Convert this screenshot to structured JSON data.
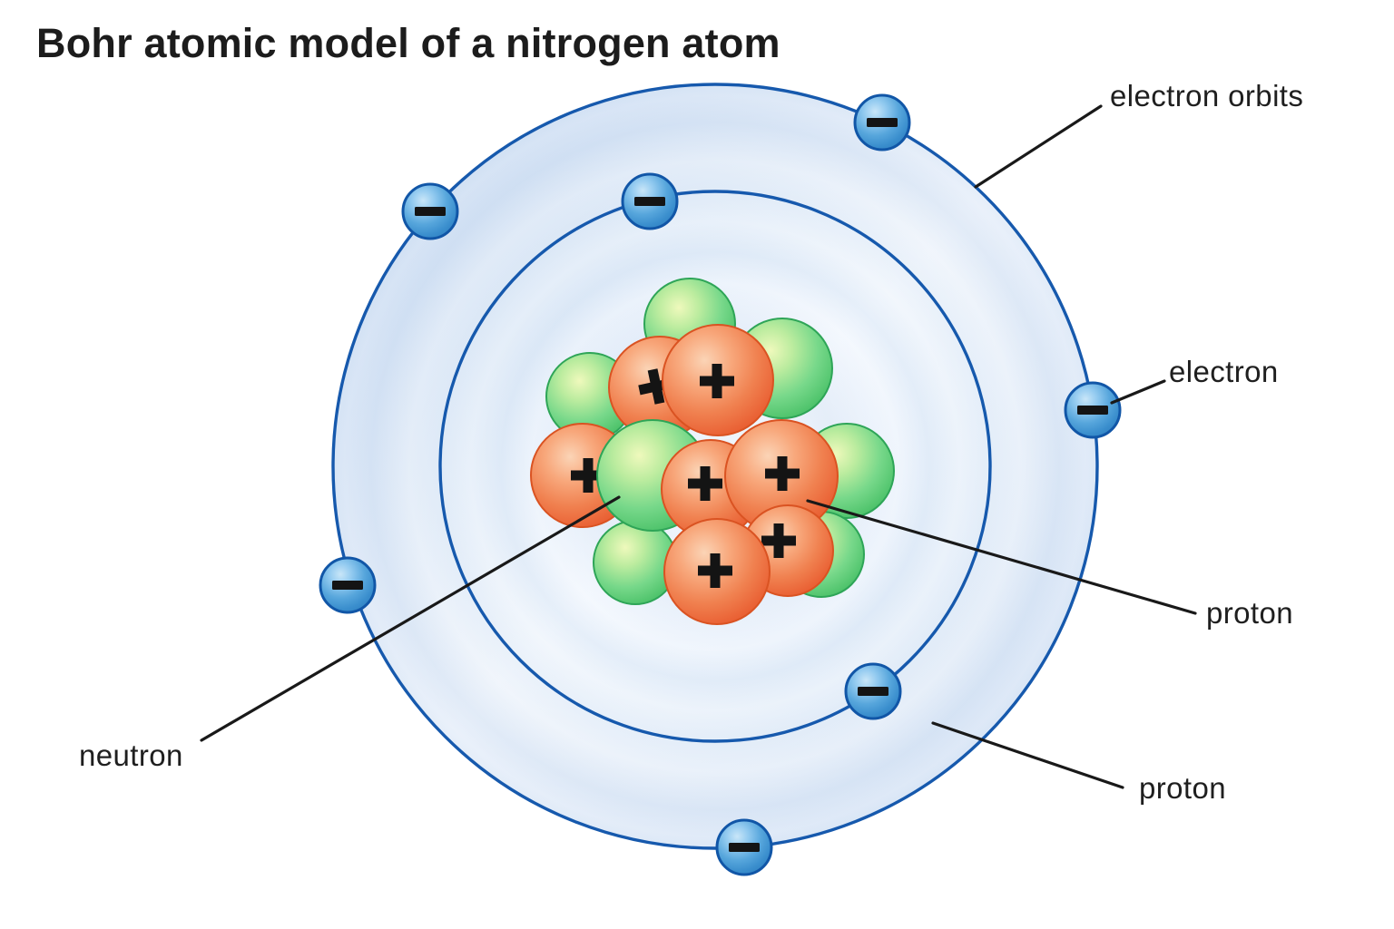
{
  "title": "Bohr atomic model of a nitrogen atom",
  "labels": {
    "electron_orbits": "electron orbits",
    "electron": "electron",
    "proton_upper": "proton",
    "neutron": "neutron",
    "proton_lower": "proton"
  },
  "particles": {
    "electron_symbol": "−",
    "proton_symbol": "+",
    "electron_count": 7,
    "electron_shells": [
      2,
      5
    ],
    "proton_count": 7,
    "neutron_count": 7,
    "orbit_count": 2
  },
  "colors": {
    "background": "#ffffff",
    "orbit_stroke": "#1659ad",
    "orbit_fill_light_blue": "#e2ecf9",
    "electron_blue": "#4a9fd8",
    "proton_orange": "#ee7448",
    "neutron_green": "#5ecb7d",
    "sign_black": "#141414",
    "label_text": "#1f1f1f",
    "leader_line": "#191919"
  }
}
